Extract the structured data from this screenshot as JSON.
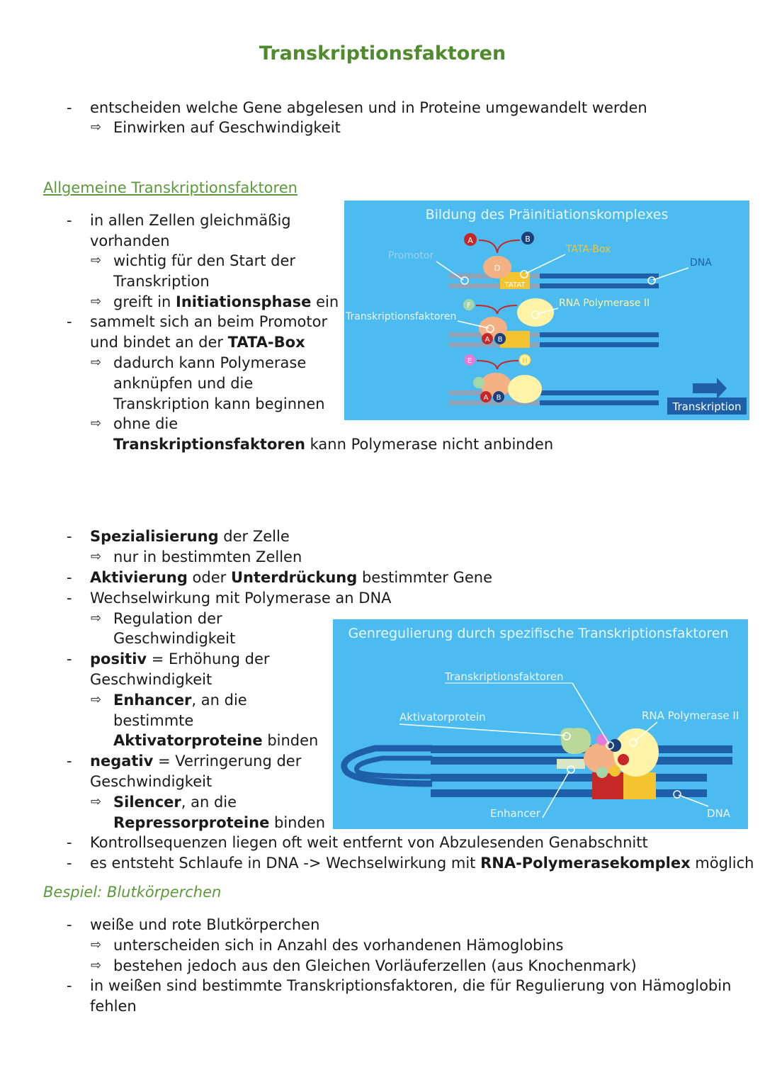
{
  "title": "Transkriptionsfaktoren",
  "intro": {
    "line1": "entscheiden welche Gene abgelesen und in Proteine umgewandelt werden",
    "line2": "Einwirken auf Geschwindigkeit"
  },
  "section1": {
    "heading": "Allgemeine Transkriptionsfaktoren",
    "b1_l1": "in allen Zellen gleichmäßig",
    "b1_l2": "vorhanden",
    "a1_l1": "wichtig für den Start der",
    "a1_l2": "Transkription",
    "a2_pre": "greift in ",
    "a2_bold": "Initiationsphase",
    "a2_post": " ein",
    "b2_l1": "sammelt sich an beim Promotor",
    "b2_l2_pre": "und bindet an der ",
    "b2_l2_bold": "TATA-Box",
    "a3_l1": "dadurch kann Polymerase",
    "a3_l2": "anknüpfen und die",
    "a3_l3": "Transkription kann beginnen",
    "a4_l1": "ohne die",
    "a4_l2_bold": "Transkriptionsfaktoren",
    "a4_l2_post": " kann Polymerase nicht anbinden"
  },
  "figure1": {
    "title": "Bildung des Präinitiationskomplexes",
    "label_promotor": "Promotor",
    "label_tata": "TATA-Box",
    "label_dna": "DNA",
    "label_rnapol": "RNA Polymerase II",
    "label_tf": "Transkriptionsfaktoren",
    "label_transkription": "Transkription",
    "tata_text": "TATAT",
    "factor_a": "A",
    "factor_b": "B",
    "factor_d": "D",
    "factor_e": "E",
    "factor_f": "F",
    "factor_h": "H"
  },
  "section2": {
    "b1_bold": "Spezialisierung",
    "b1_post": " der Zelle",
    "a1": "nur in bestimmten Zellen",
    "b2_bold1": "Aktivierung",
    "b2_mid": " oder ",
    "b2_bold2": "Unterdrückung",
    "b2_post": " bestimmter Gene",
    "b3": "Wechselwirkung mit Polymerase an DNA",
    "a2_l1": "Regulation der",
    "a2_l2": "Geschwindigkeit",
    "b4_bold": "positiv",
    "b4_post": " = Erhöhung der",
    "b4_l2": "Geschwindigkeit",
    "a3_bold": "Enhancer",
    "a3_post": ", an die",
    "a3_l2": "bestimmte",
    "a3_l3_bold": "Aktivatorproteine",
    "a3_l3_post": " binden",
    "b5_bold": "negativ",
    "b5_post": " = Verringerung der",
    "b5_l2": "Geschwindigkeit",
    "a4_bold": "Silencer",
    "a4_post": ", an die",
    "a4_l2_bold": "Repressorproteine",
    "a4_l2_post": " binden",
    "b6": "Kontrollsequenzen liegen oft weit entfernt von Abzulesenden Genabschnitt",
    "b7_pre": "es entsteht Schlaufe in DNA -> Wechselwirkung mit ",
    "b7_bold": "RNA-Polymerasekomplex",
    "b7_post": " möglich"
  },
  "figure2": {
    "title": "Genregulierung durch spezifische Transkriptionsfaktoren",
    "label_tf": "Transkriptionsfaktoren",
    "label_aktivator": "Aktivatorprotein",
    "label_rnapol": "RNA Polymerase II",
    "label_enhancer": "Enhancer",
    "label_dna": "DNA"
  },
  "section3": {
    "heading": "Bespiel: Blutkörperchen",
    "b1": "weiße und rote Blutkörperchen",
    "a1": "unterscheiden sich in Anzahl des vorhandenen Hämoglobins",
    "a2": "bestehen jedoch aus den Gleichen Vorläuferzellen (aus Knochenmark)",
    "b2_l1": "in weißen sind bestimmte Transkriptionsfaktoren, die für Regulierung von Hämoglobin",
    "b2_l2": "fehlen"
  },
  "symbols": {
    "dash": "-",
    "arrow": "⇨"
  },
  "colors": {
    "title_green": "#4f8a2c",
    "heading_green": "#5b9a3a",
    "figure_blue": "#4cbcf0",
    "dna_blue": "#1f6fb5"
  }
}
